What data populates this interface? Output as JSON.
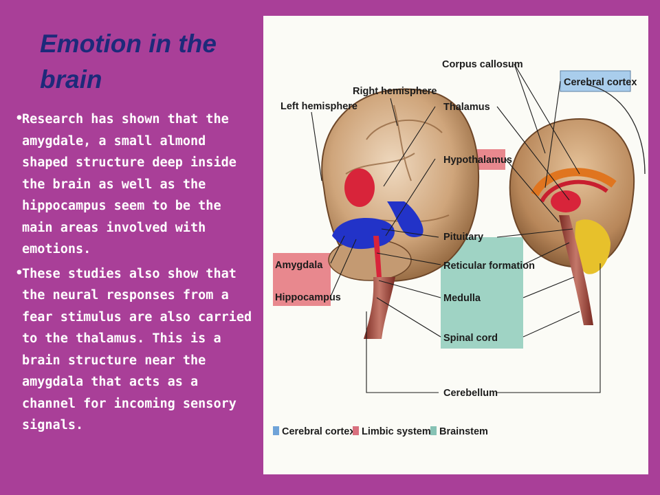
{
  "slide": {
    "title": "Emotion in the brain",
    "bullets": [
      "Research has shown that the amygdale, a small almond shaped structure deep inside the brain as well as the hippocampus seem to be the main areas involved with emotions.",
      "These studies also show that the neural responses from a fear stimulus are also carried to the thalamus. This is a brain structure near the amygdala that acts as a channel for incoming sensory signals."
    ]
  },
  "diagram": {
    "labels": {
      "left_hemisphere": "Left hemisphere",
      "right_hemisphere": "Right hemisphere",
      "corpus_callosum": "Corpus callosum",
      "cerebral_cortex": "Cerebral cortex",
      "thalamus": "Thalamus",
      "hypothalamus": "Hypothalamus",
      "pituitary": "Pituitary",
      "reticular_formation": "Reticular formation",
      "medulla": "Medulla",
      "spinal_cord": "Spinal cord",
      "cerebellum": "Cerebellum",
      "amygdala": "Amygdala",
      "hippocampus": "Hippocampus"
    },
    "legend": [
      {
        "label": "Cerebral cortex",
        "color": "#6fa3d8"
      },
      {
        "label": "Limbic system",
        "color": "#d9707e"
      },
      {
        "label": "Brainstem",
        "color": "#86c2b4"
      }
    ],
    "colors": {
      "cortex_box": "#a9cdec",
      "limbic_box": "#e8888e",
      "brainstem_box": "#9fd3c4",
      "limbic_structure": "#d8243a",
      "hippocampus": "#2233c8"
    }
  }
}
